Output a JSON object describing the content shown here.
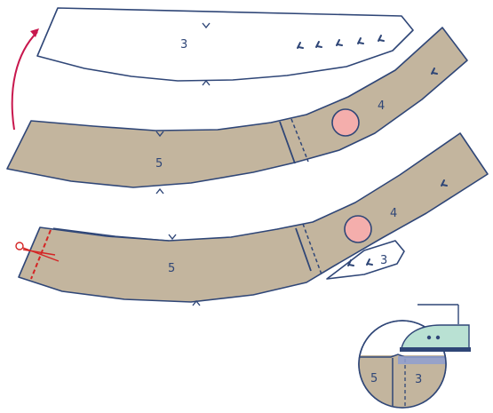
{
  "colors": {
    "stroke": "#2f4677",
    "fabric": "#c3b59e",
    "dot": "#f4aeac",
    "arrow": "#c8174d",
    "cut": "#d42424",
    "iron": "#b9e1d3",
    "shadow": "#8f9fd0"
  },
  "labels": {
    "piece_top": "3",
    "piece_middle_left": "5",
    "piece_middle_right": "4",
    "piece_bottom_left": "5",
    "piece_bottom_right": "4",
    "piece_bottom_tail": "3",
    "inset_left": "5",
    "inset_right": "3"
  },
  "icons": {
    "arrow": "curved-arrow-icon",
    "scissors": "scissors-icon",
    "iron": "iron-icon"
  }
}
